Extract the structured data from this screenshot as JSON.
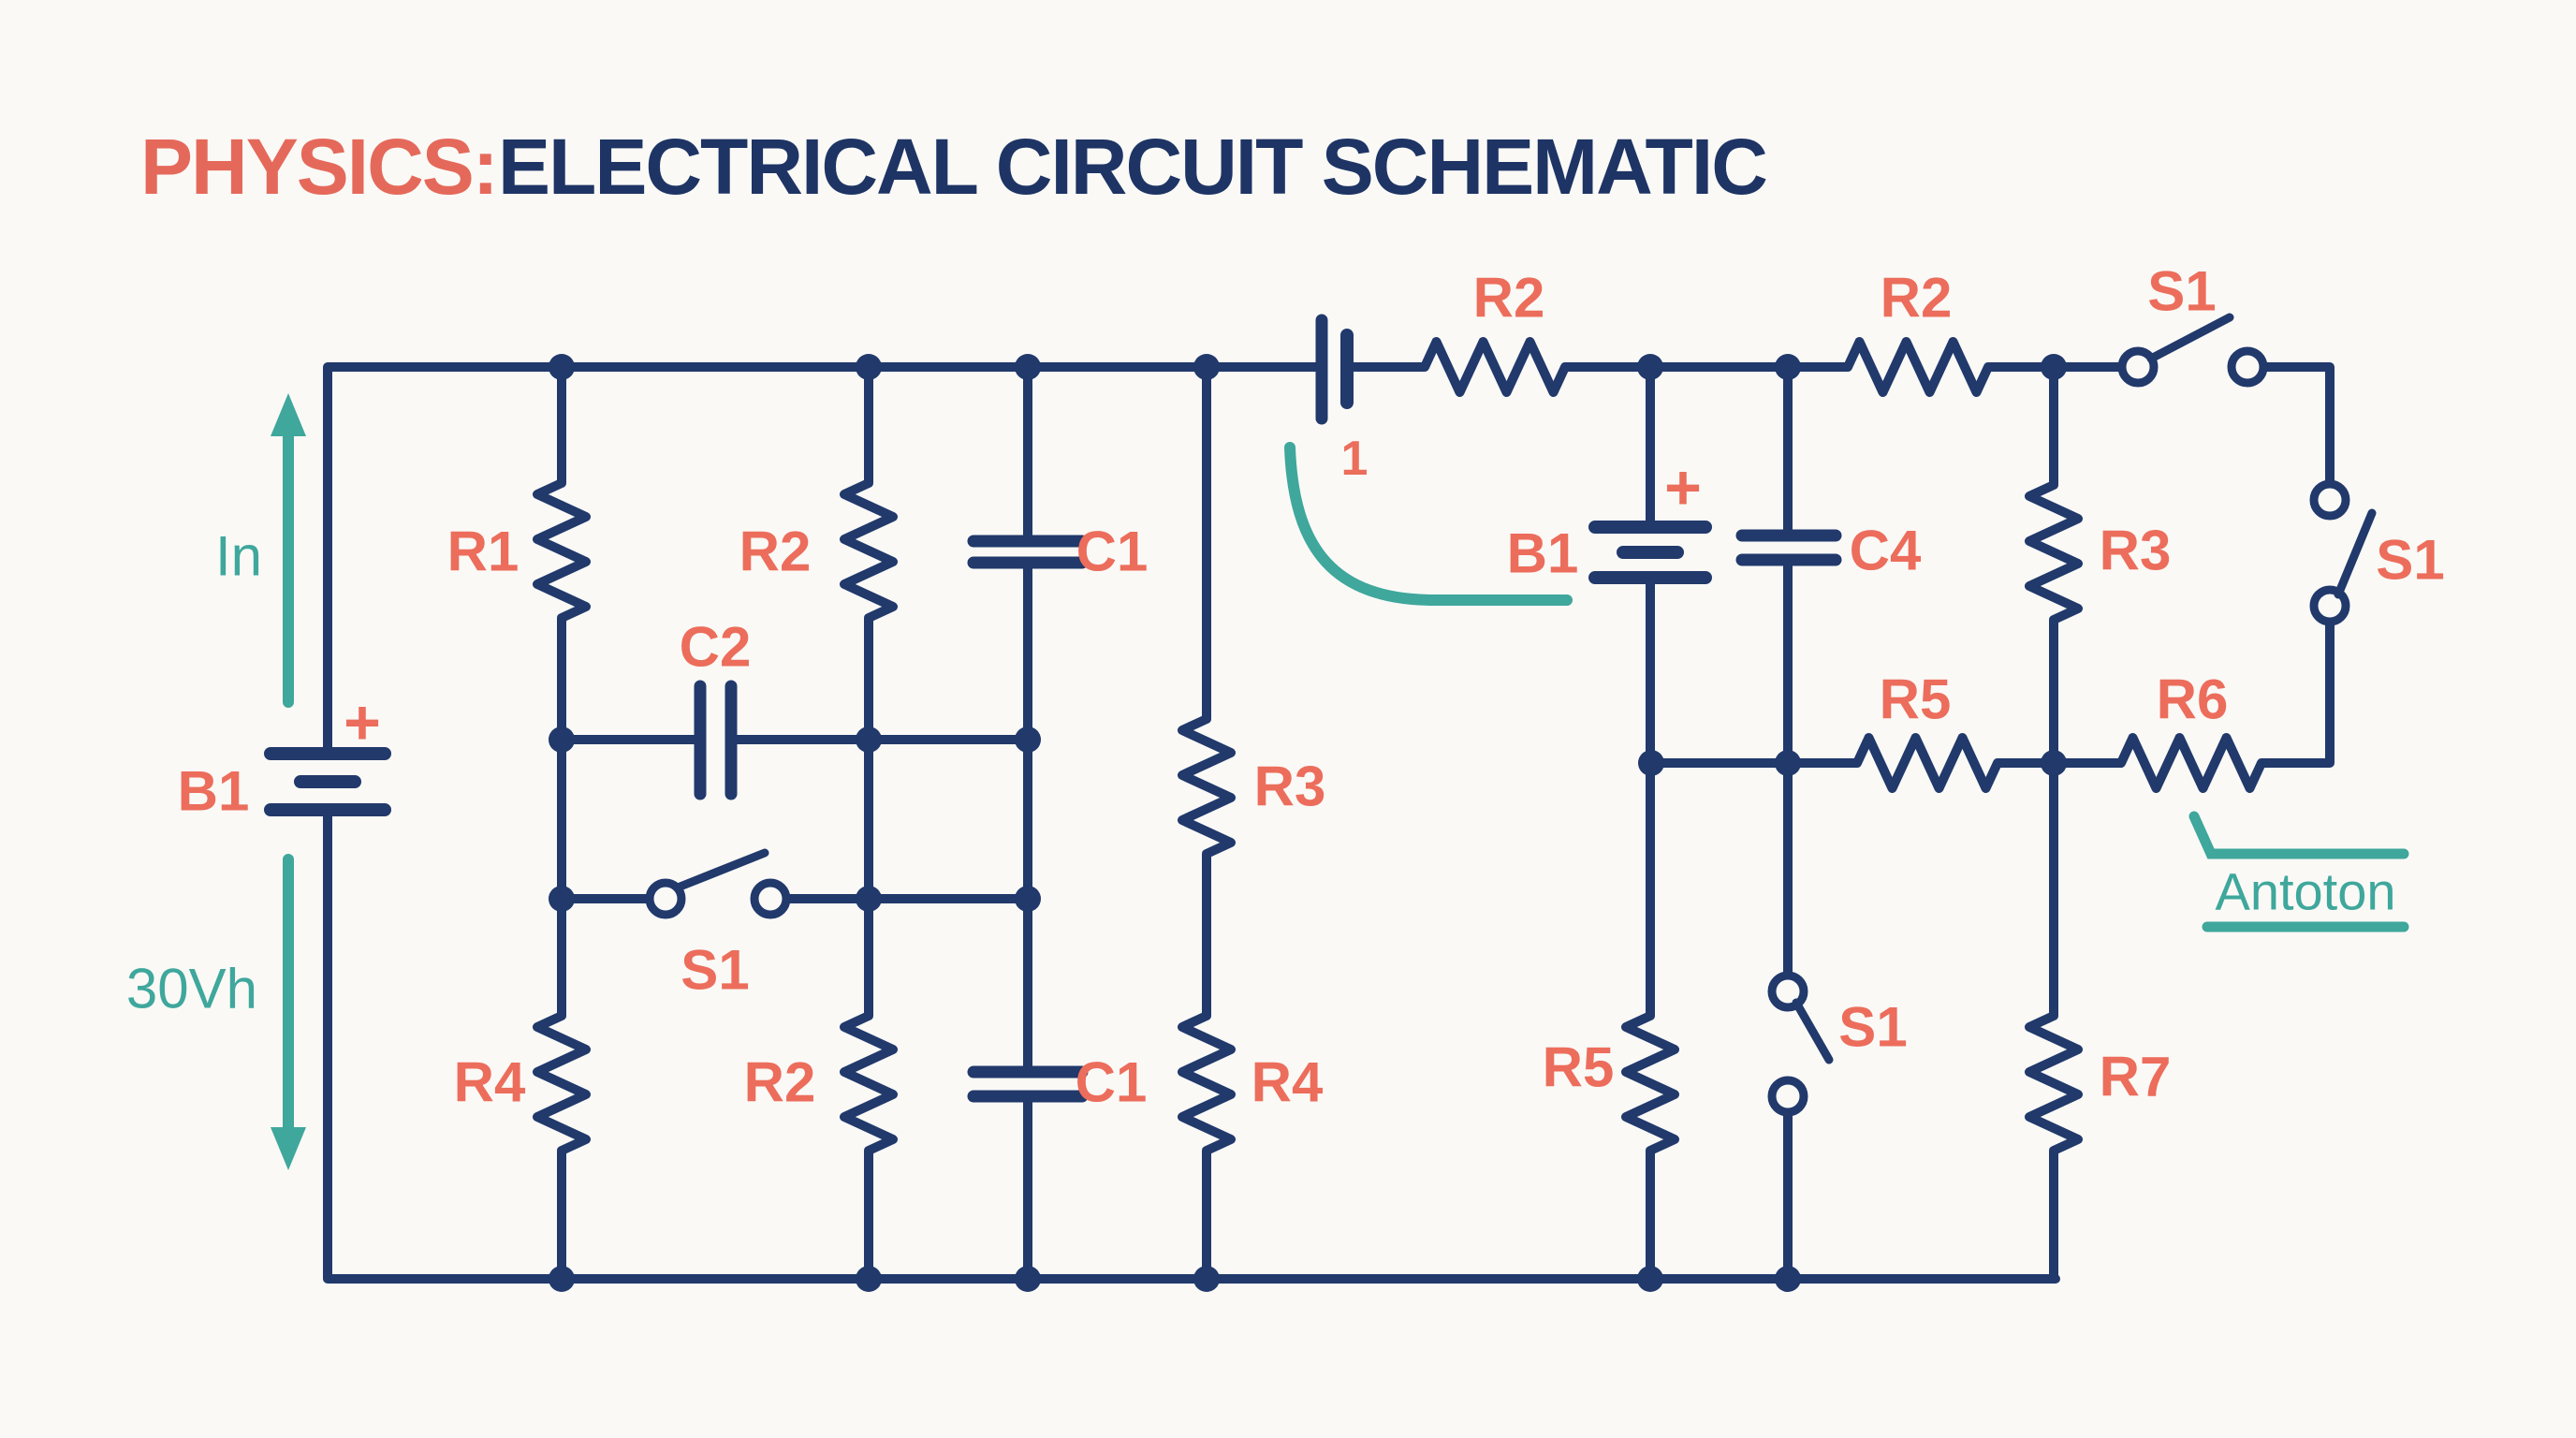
{
  "title": {
    "prefix": "PHYSICS:",
    "rest": "ELECTRICAL CIRCUIT SCHEMATIC"
  },
  "colors": {
    "wire": "#21396b",
    "label": "#ec6d5b",
    "teal": "#3fa79c",
    "title_navy": "#1e3464",
    "title_coral": "#e5695a",
    "background": "#faf9f6"
  },
  "source": {
    "in_label": "In",
    "voltage_label": "30Vh",
    "battery": "B1",
    "polarity": "+"
  },
  "series": {
    "resistor": "R2",
    "current_label": "1"
  },
  "grid_left": {
    "r1": "R1",
    "r2_top": "R2",
    "c1_top": "C1",
    "c2": "C2",
    "switch": "S1",
    "r4_bottom": "R4",
    "r2_bottom": "R2",
    "c1_bottom": "C1",
    "r3": "R3",
    "r4_right": "R4"
  },
  "grid_right": {
    "battery": "B1",
    "polarity": "+",
    "c4": "C4",
    "r2": "R2",
    "switch_top": "S1",
    "r3": "R3",
    "switch_right": "S1",
    "r5_mid": "R5",
    "r6": "R6",
    "switch_bottom": "S1",
    "r5_bottom": "R5",
    "r7": "R7"
  },
  "callout": {
    "text": "Antoton"
  }
}
